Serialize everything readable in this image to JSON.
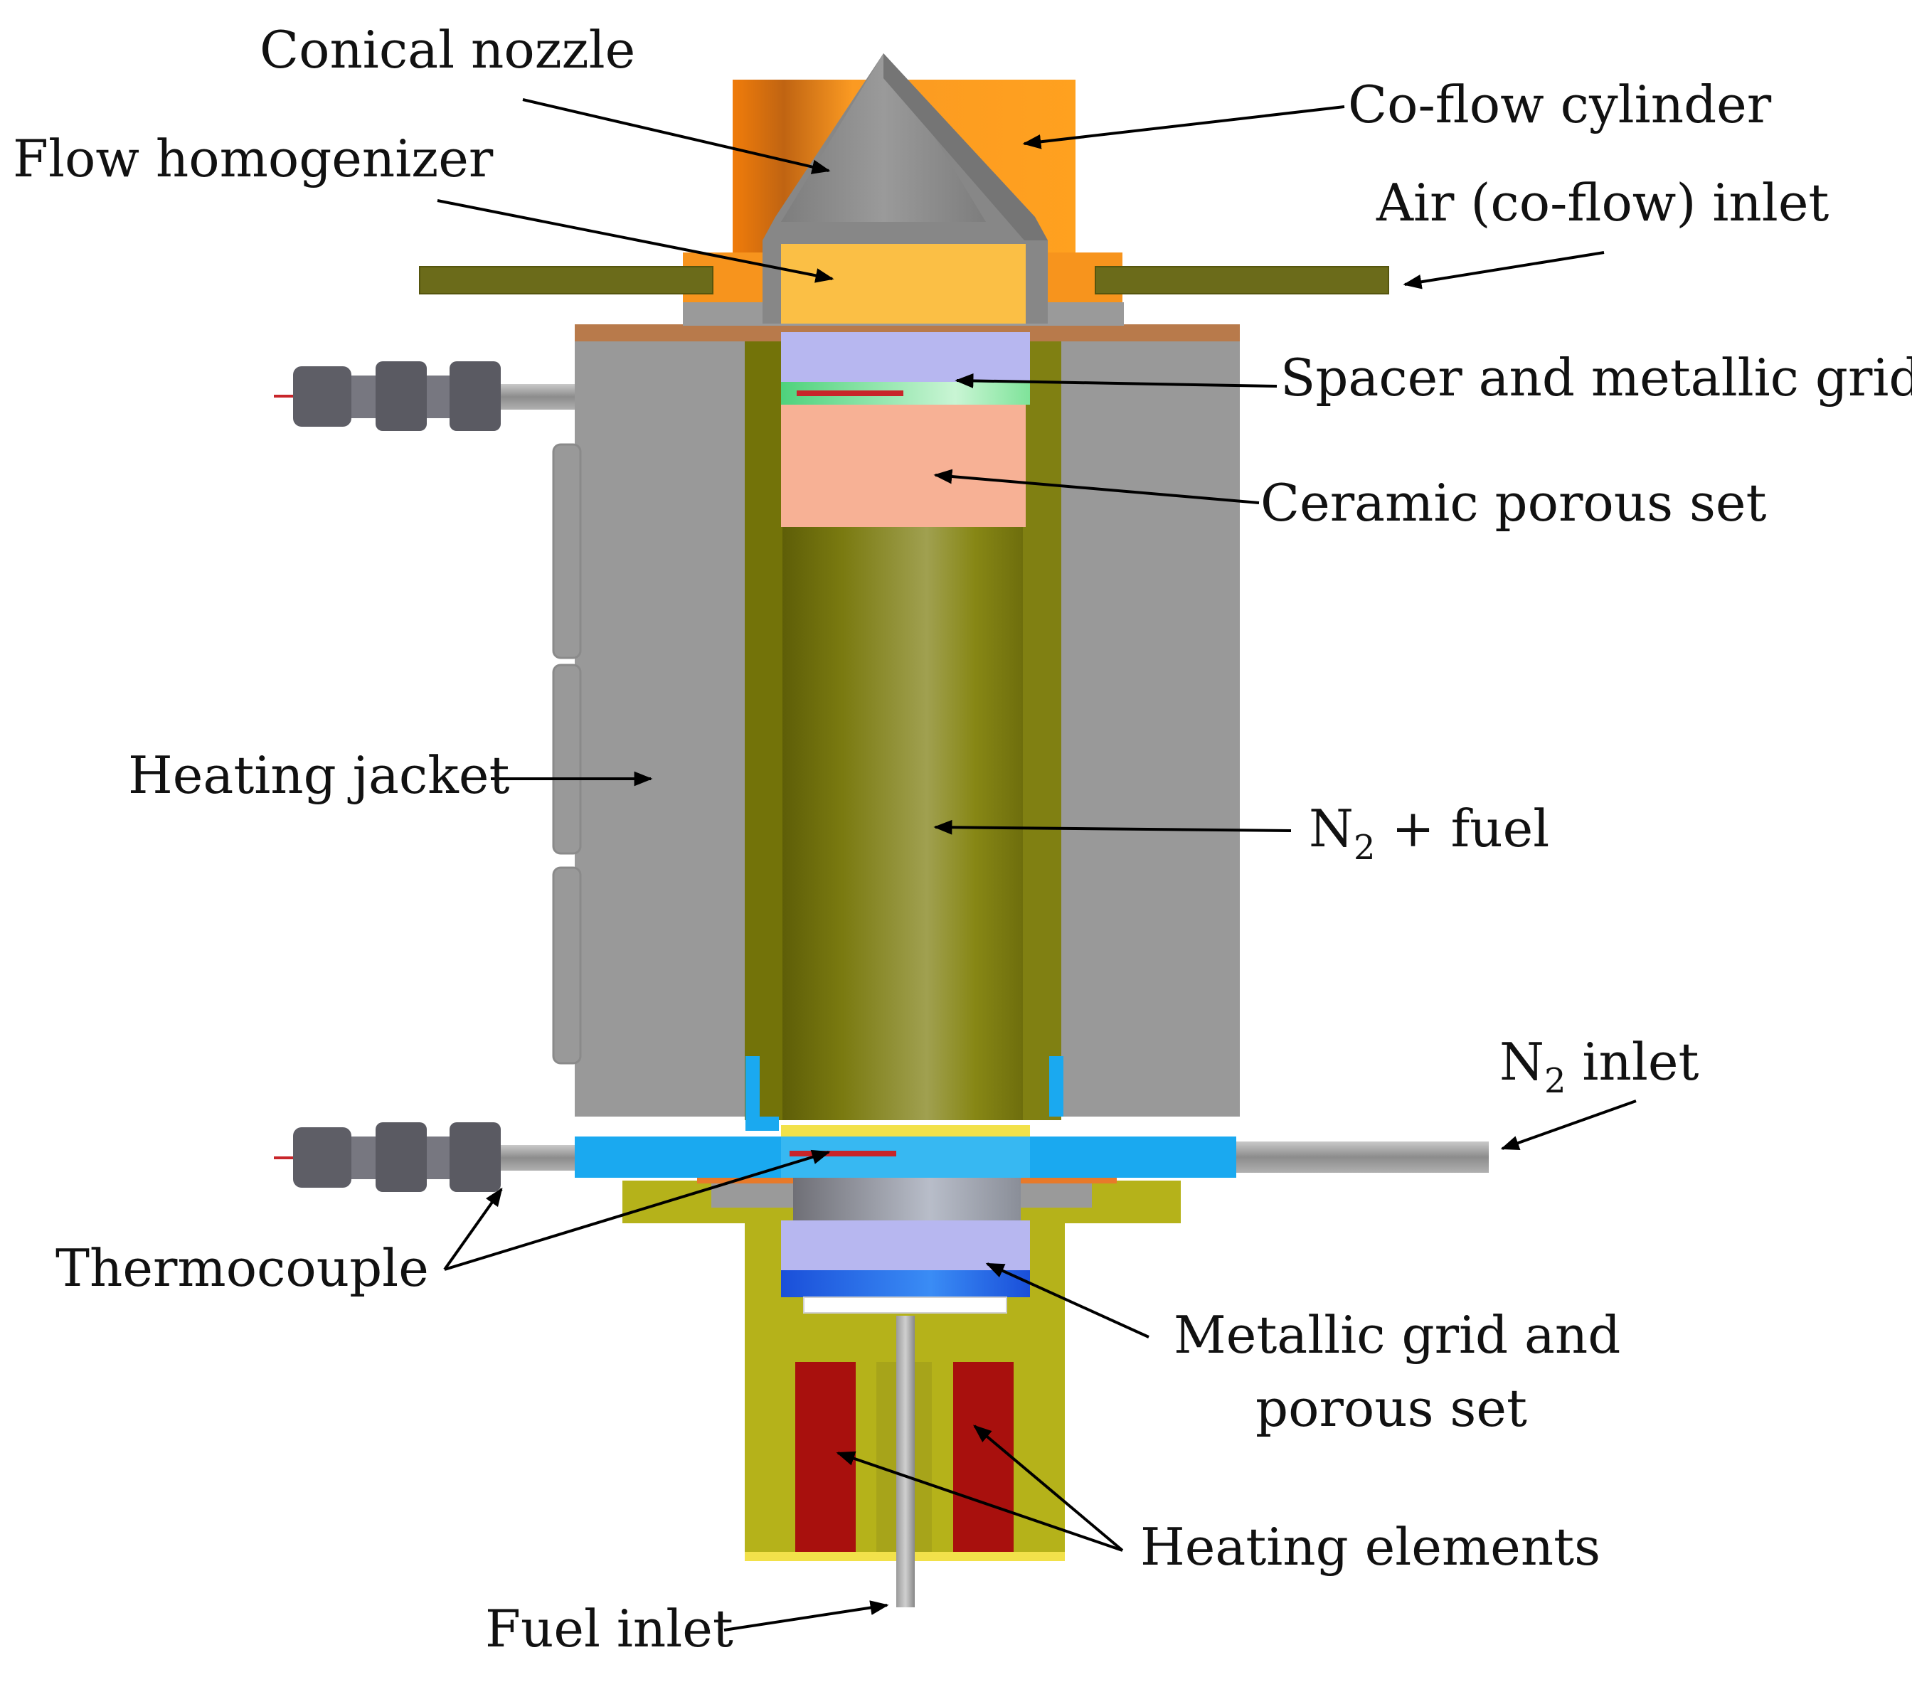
{
  "labels": {
    "conical_nozzle": "Conical nozzle",
    "co_flow_cylinder": "Co-flow cylinder",
    "flow_homogenizer": "Flow homogenizer",
    "air_inlet": "Air (co-flow) inlet",
    "spacer_grid": "Spacer and metallic grid",
    "ceramic_porous": "Ceramic porous set",
    "heating_jacket": "Heating jacket",
    "n2_fuel_prefix": "N",
    "n2_fuel_sub": "2",
    "n2_fuel_suffix": " + fuel",
    "n2_inlet_prefix": "N",
    "n2_inlet_sub": "2",
    "n2_inlet_suffix": " inlet",
    "thermocouple": "Thermocouple",
    "metallic_grid_line1": "Metallic grid and",
    "metallic_grid_line2": "porous set",
    "heating_elements": "Heating elements",
    "fuel_inlet": "Fuel inlet"
  },
  "colors": {
    "co_flow_cylinder": "#f7941d",
    "nozzle": "#8a8a8a",
    "homogenizer": "#fbbf45",
    "air_tube": "#6b6b1a",
    "flange": "#b87a4b",
    "spacer": "#b7b7f0",
    "grid": "#7fe39a",
    "ceramic": "#f7b195",
    "jacket": "#999999",
    "inner_tube": "#7f7f10",
    "n2_manifold": "#1aa9f0",
    "base": "#b5b21a",
    "porous_blue": "#1f5fe8",
    "heater": "#a8100d",
    "thermocouple_wire": "#c8252a"
  }
}
